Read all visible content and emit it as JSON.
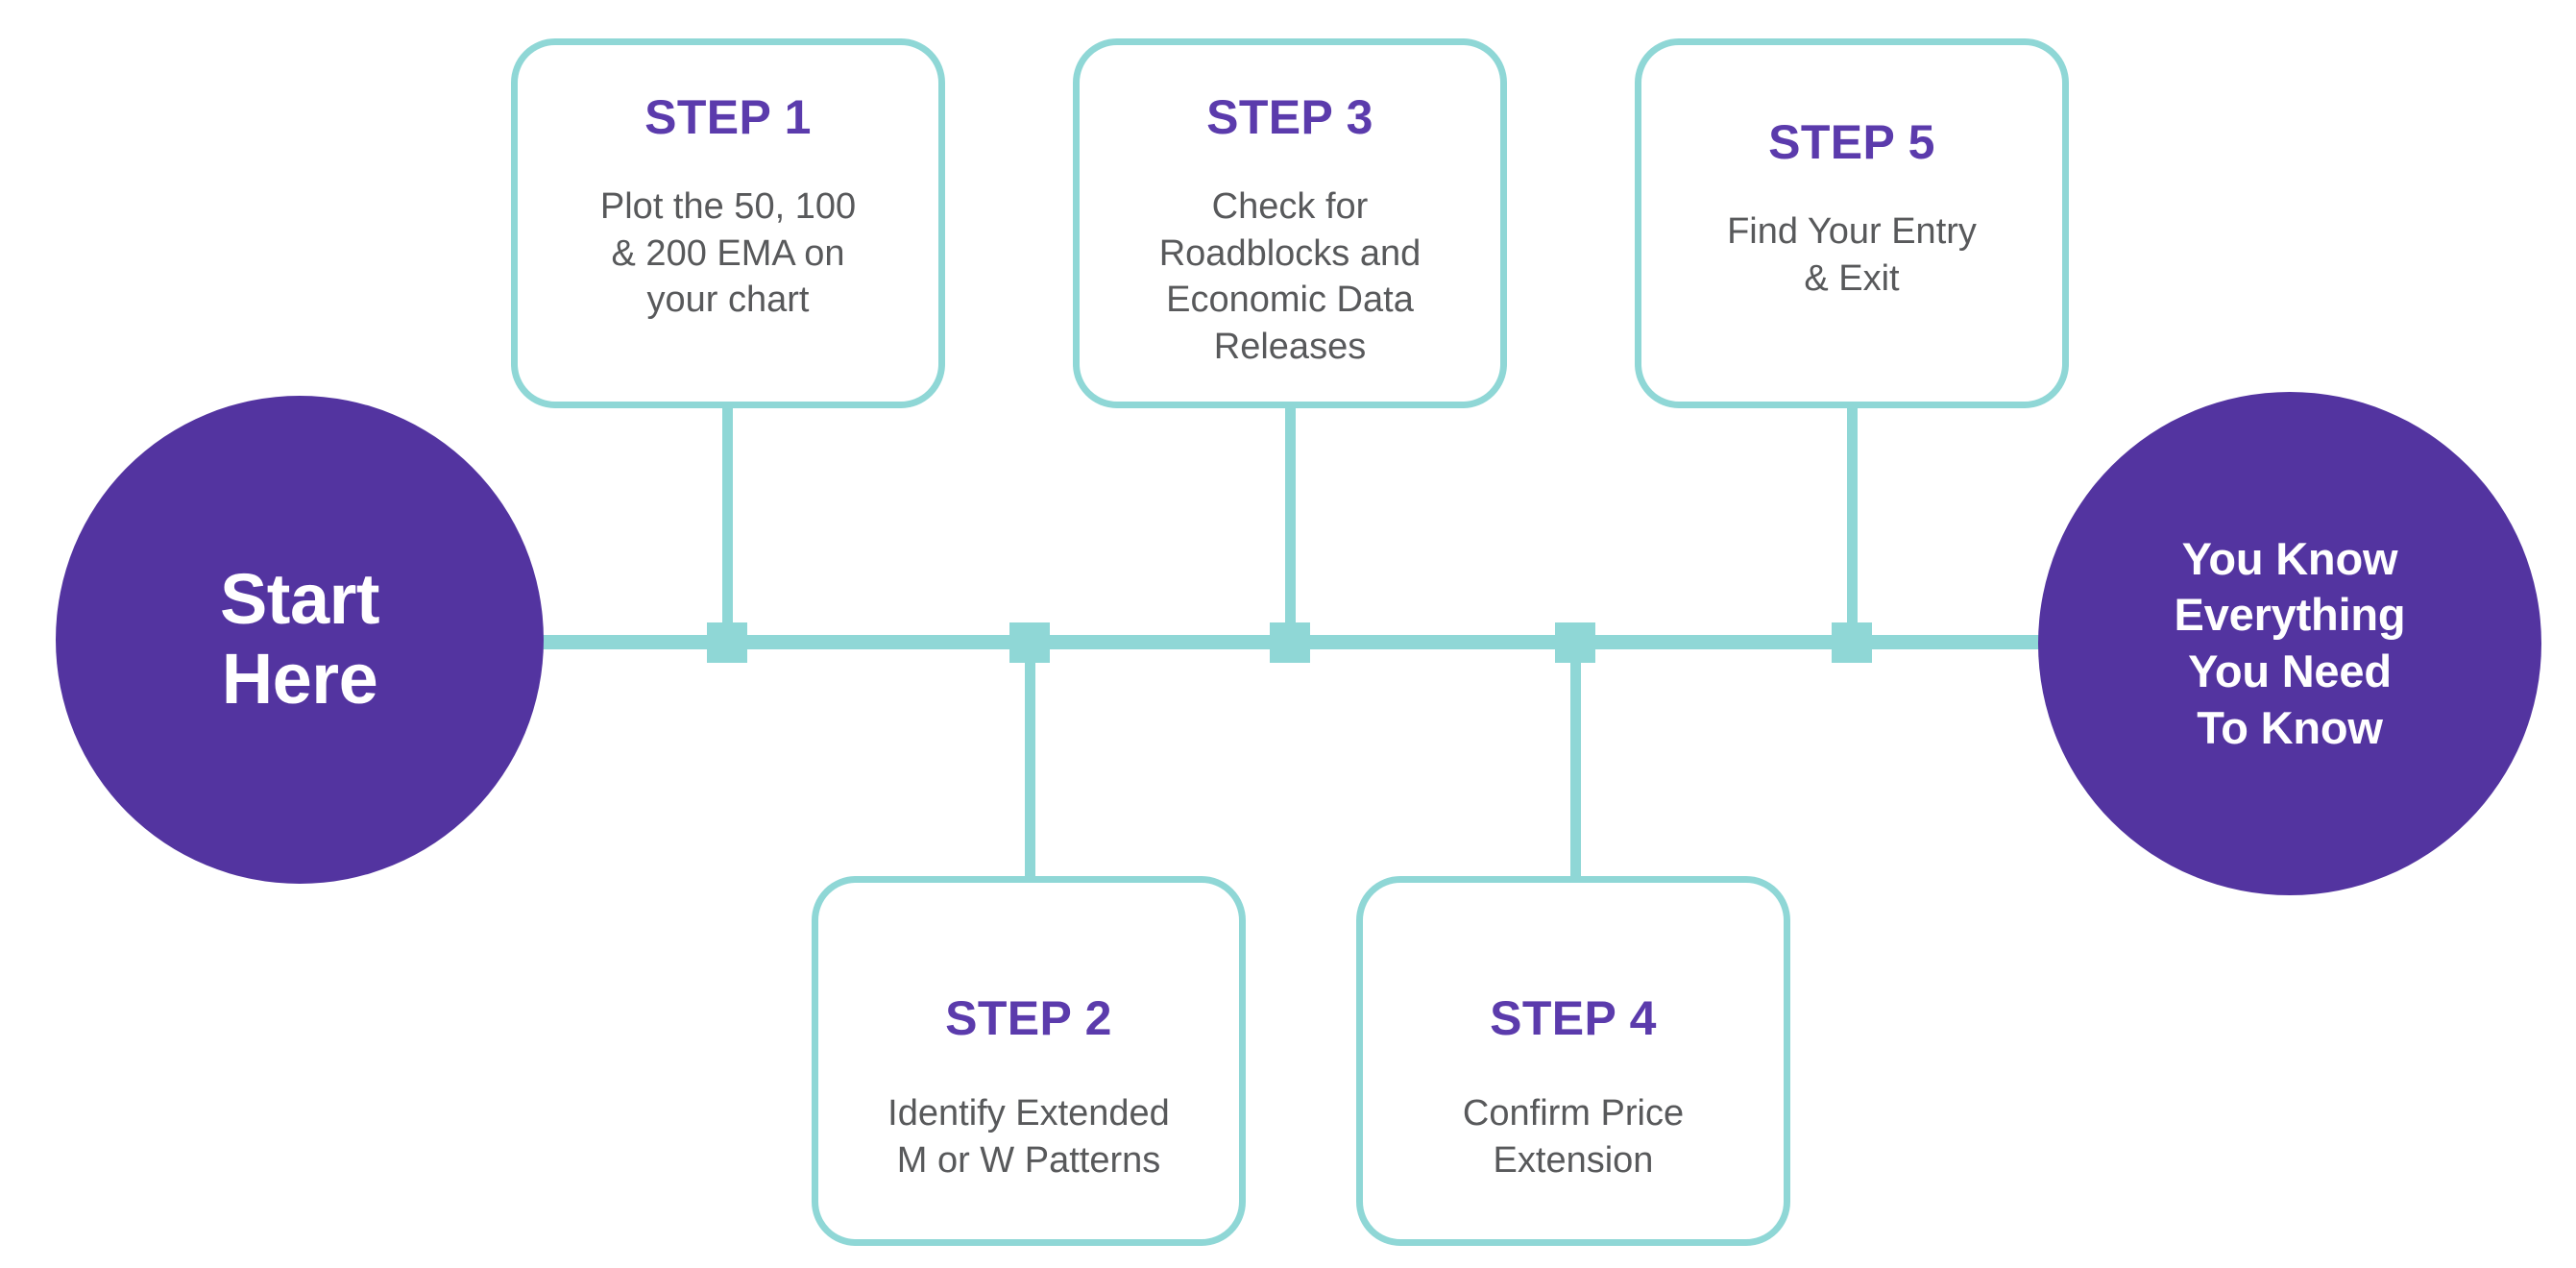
{
  "diagram": {
    "type": "process-flow",
    "title_text": null,
    "colors": {
      "purple_fill": "#5334A0",
      "purple_heading": "#5B3BAC",
      "teal_line": "#8FD7D6",
      "body_text": "#58595B",
      "card_background": "#FFFFFF",
      "page_background": "#FFFFFF"
    },
    "start_node": {
      "label": "Start Here",
      "line1": "Start",
      "line2": "Here",
      "shape": "circle"
    },
    "end_node": {
      "label": "You Know Everything You Need To Know",
      "line1": "You Know",
      "line2": "Everything",
      "line3": "You Need",
      "line4": "To Know",
      "shape": "circle"
    },
    "steps": [
      {
        "id": "step-1",
        "title": "STEP 1",
        "body": "Plot the 50, 100 & 200 EMA on your chart",
        "body_lines": [
          "Plot the 50, 100",
          "& 200 EMA on",
          "your chart"
        ],
        "position": "above"
      },
      {
        "id": "step-2",
        "title": "STEP 2",
        "body": "Identify Extended M or W Patterns",
        "body_lines": [
          "Identify Extended",
          "M or W Patterns"
        ],
        "position": "below"
      },
      {
        "id": "step-3",
        "title": "STEP 3",
        "body": "Check for Roadblocks and Economic Data Releases",
        "body_lines": [
          "Check for",
          "Roadblocks and",
          "Economic Data",
          "Releases"
        ],
        "position": "above"
      },
      {
        "id": "step-4",
        "title": "STEP 4",
        "body": "Confirm Price Extension",
        "body_lines": [
          "Confirm Price",
          "Extension"
        ],
        "position": "below"
      },
      {
        "id": "step-5",
        "title": "STEP 5",
        "body": "Find Your Entry & Exit",
        "body_lines": [
          "Find Your Entry",
          "& Exit"
        ],
        "position": "above"
      }
    ],
    "connector_nodes": [
      {
        "id": "node-1",
        "links_to": "step-1",
        "direction": "up"
      },
      {
        "id": "node-2",
        "links_to": "step-2",
        "direction": "down"
      },
      {
        "id": "node-3",
        "links_to": "step-3",
        "direction": "up"
      },
      {
        "id": "node-4",
        "links_to": "step-4",
        "direction": "down"
      },
      {
        "id": "node-5",
        "links_to": "step-5",
        "direction": "up"
      }
    ]
  }
}
